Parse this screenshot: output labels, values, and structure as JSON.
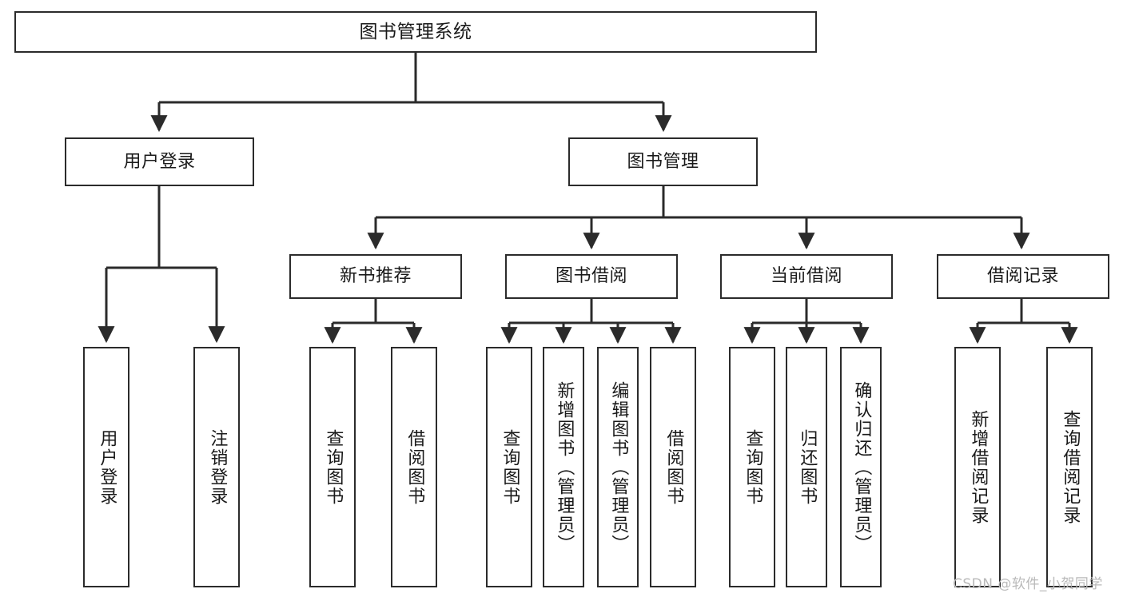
{
  "diagram": {
    "title": "图书管理系统",
    "type": "hierarchy-tree",
    "style": {
      "box_border_color": "#2b2b2b",
      "box_fill_color": "#ffffff",
      "edge_color": "#2b2b2b",
      "background_color": "#ffffff",
      "text_color": "#1a1a1a",
      "watermark_color": "#b9b9b9"
    },
    "levels": [
      {
        "level": 1,
        "nodes": [
          {
            "id": "root",
            "label": "图书管理系统",
            "orientation": "horizontal"
          }
        ]
      },
      {
        "level": 2,
        "nodes": [
          {
            "id": "user-login",
            "label": "用户登录",
            "orientation": "horizontal",
            "parent": "root"
          },
          {
            "id": "book-manage",
            "label": "图书管理",
            "orientation": "horizontal",
            "parent": "root"
          }
        ]
      },
      {
        "level": 3,
        "nodes": [
          {
            "id": "new-book-rec",
            "label": "新书推荐",
            "orientation": "horizontal",
            "parent": "book-manage"
          },
          {
            "id": "book-borrow",
            "label": "图书借阅",
            "orientation": "horizontal",
            "parent": "book-manage"
          },
          {
            "id": "current-borrow",
            "label": "当前借阅",
            "orientation": "horizontal",
            "parent": "book-manage"
          },
          {
            "id": "borrow-record",
            "label": "借阅记录",
            "orientation": "horizontal",
            "parent": "book-manage"
          }
        ]
      },
      {
        "level": 4,
        "nodes": [
          {
            "id": "leaf-user-login",
            "label": "用户登录",
            "orientation": "vertical",
            "parent": "user-login"
          },
          {
            "id": "leaf-logout",
            "label": "注销登录",
            "orientation": "vertical",
            "parent": "user-login"
          },
          {
            "id": "leaf-query-book-1",
            "label": "查询图书",
            "orientation": "vertical",
            "parent": "new-book-rec"
          },
          {
            "id": "leaf-borrow-book-1",
            "label": "借阅图书",
            "orientation": "vertical",
            "parent": "new-book-rec"
          },
          {
            "id": "leaf-query-book-2",
            "label": "查询图书",
            "orientation": "vertical",
            "parent": "book-borrow"
          },
          {
            "id": "leaf-add-book",
            "label": "新增图书（管理员）",
            "orientation": "vertical",
            "parent": "book-borrow"
          },
          {
            "id": "leaf-edit-book",
            "label": "编辑图书（管理员）",
            "orientation": "vertical",
            "parent": "book-borrow"
          },
          {
            "id": "leaf-borrow-book-2",
            "label": "借阅图书",
            "orientation": "vertical",
            "parent": "book-borrow"
          },
          {
            "id": "leaf-query-book-3",
            "label": "查询图书",
            "orientation": "vertical",
            "parent": "current-borrow"
          },
          {
            "id": "leaf-return-book",
            "label": "归还图书",
            "orientation": "vertical",
            "parent": "current-borrow"
          },
          {
            "id": "leaf-confirm-return",
            "label": "确认归还（管理员）",
            "orientation": "vertical",
            "parent": "current-borrow"
          },
          {
            "id": "leaf-add-record",
            "label": "新增借阅记录",
            "orientation": "vertical",
            "parent": "borrow-record"
          },
          {
            "id": "leaf-query-record",
            "label": "查询借阅记录",
            "orientation": "vertical",
            "parent": "borrow-record"
          }
        ]
      }
    ]
  },
  "watermark": {
    "text": "CSDN @软件_小贺同学"
  }
}
